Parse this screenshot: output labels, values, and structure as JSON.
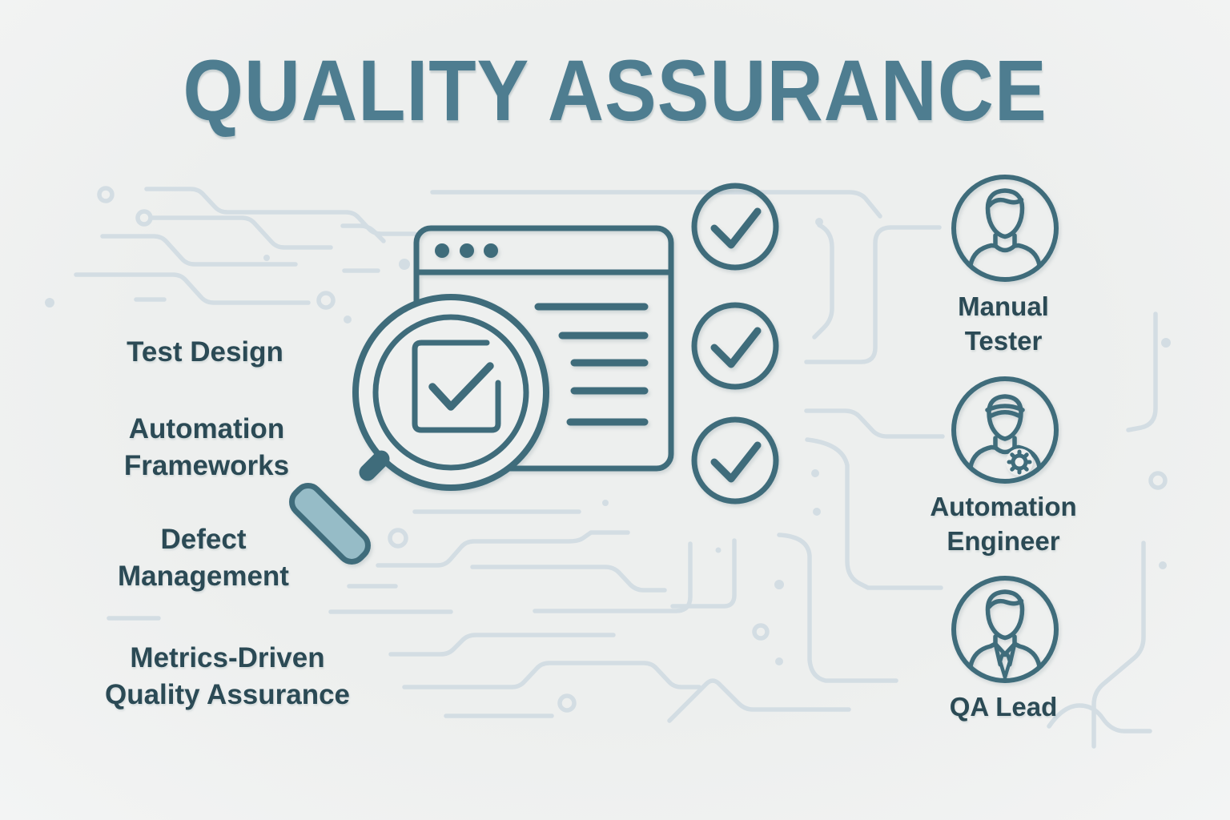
{
  "title": "QUALITY ASSURANCE",
  "topics": [
    {
      "label": "Test Design",
      "line1": "Test Design",
      "line2": ""
    },
    {
      "label": "Automation Frameworks",
      "line1": "Automation",
      "line2": "Frameworks"
    },
    {
      "label": "Defect Management",
      "line1": "Defect",
      "line2": "Management"
    },
    {
      "label": "Metrics-Driven Quality Assurance",
      "line1": "Metrics-Driven",
      "line2": "Quality Assurance"
    }
  ],
  "checklist": {
    "icon": "check-circle-icon",
    "count": 3
  },
  "roles": [
    {
      "label": "Manual Tester",
      "line1": "Manual",
      "line2": "Tester",
      "icon": "person-icon"
    },
    {
      "label": "Automation Engineer",
      "line1": "Automation",
      "line2": "Engineer",
      "icon": "person-gear-icon"
    },
    {
      "label": "QA Lead",
      "line1": "QA Lead",
      "line2": "",
      "icon": "person-tie-icon"
    }
  ],
  "illustration": {
    "icon": "magnifier-browser-checklist-illustration"
  },
  "colors": {
    "bg": "#eef0ef",
    "accent": "#3f6c7b",
    "title": "#4e7d90",
    "text-dark": "#2b4a55",
    "handle-fill": "#96bcc7",
    "trace": "#d3dde3"
  }
}
